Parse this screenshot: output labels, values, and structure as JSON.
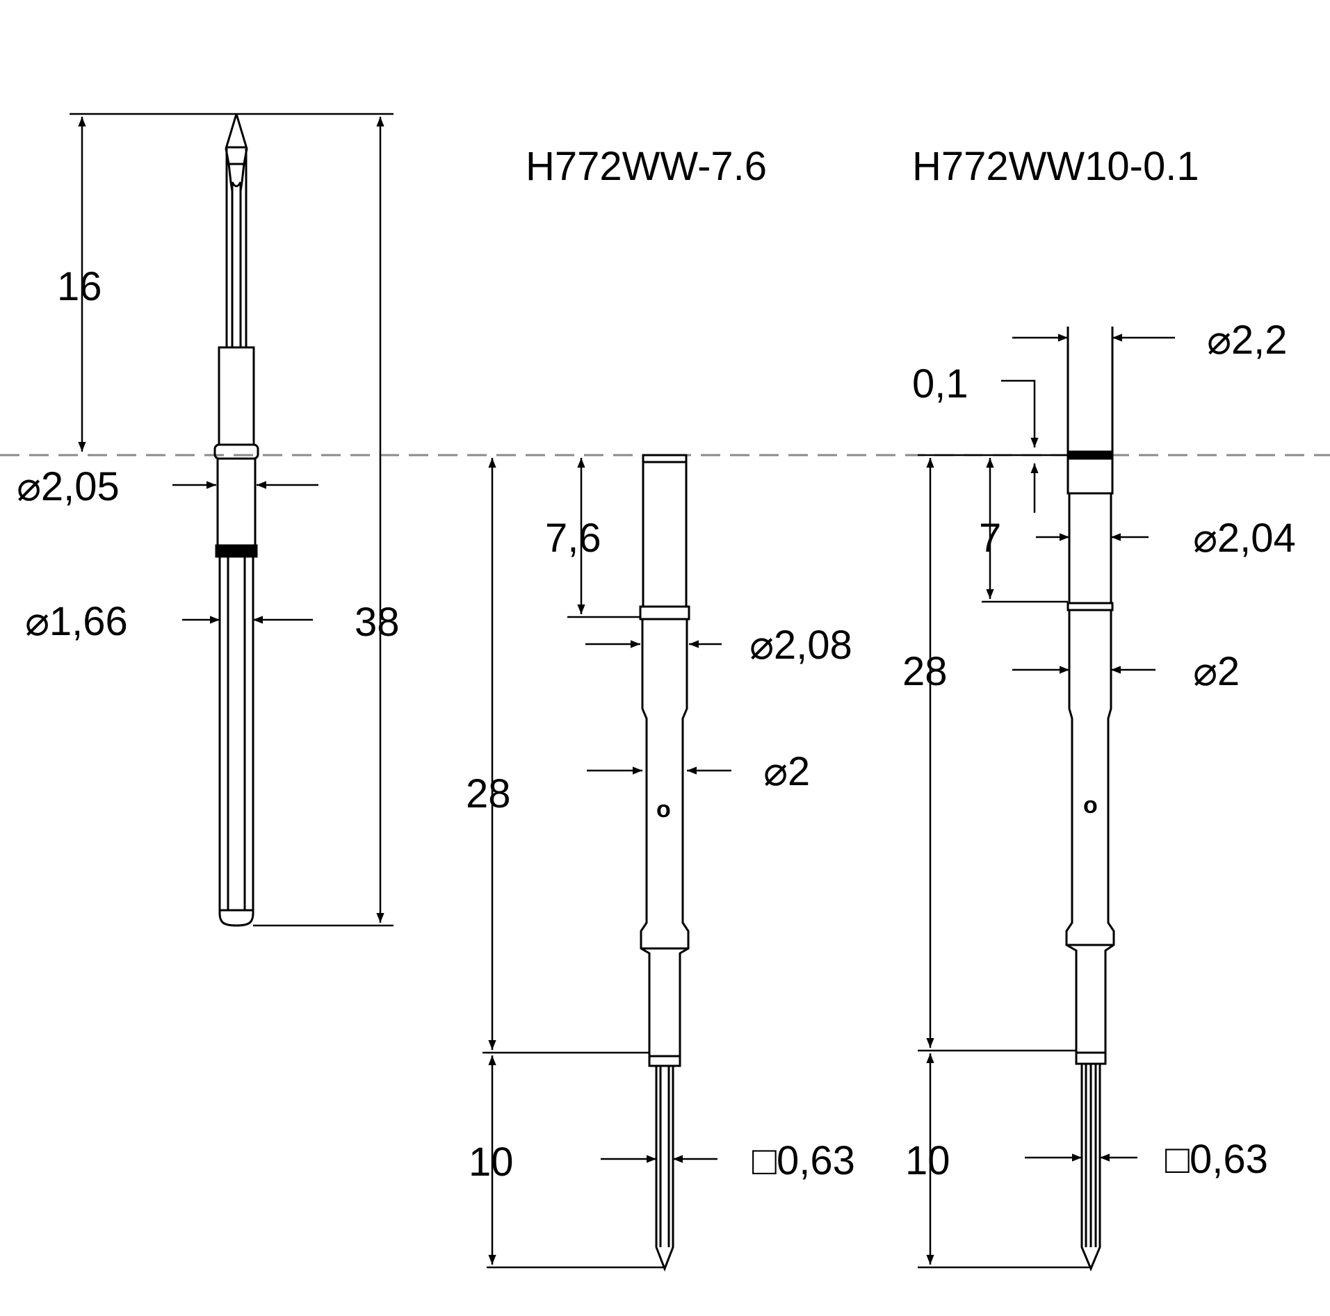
{
  "labels": {
    "model_a": "H772WW-7.6",
    "model_b": "H772WW10-0.1",
    "probe": {
      "len_tip": "16",
      "len_total": "38",
      "dia_collar": "⌀2,05",
      "dia_body": "⌀1,66"
    },
    "rcpt_a": {
      "len_top": "7,6",
      "len_body": "28",
      "len_tail": "10",
      "dia_top": "⌀2,08",
      "dia_body": "⌀2",
      "square": "□0,63",
      "mark": "o"
    },
    "rcpt_b": {
      "dia_head": "⌀2,2",
      "offset": "0,1",
      "len_top": "7",
      "len_body": "28",
      "len_tail": "10",
      "dia_top": "⌀2,04",
      "dia_body": "⌀2",
      "square": "□0,63",
      "mark": "o"
    }
  }
}
